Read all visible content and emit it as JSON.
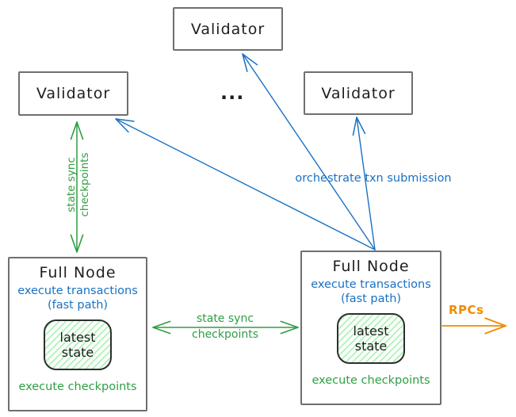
{
  "validators": {
    "top": "Validator",
    "left": "Validator",
    "right": "Validator"
  },
  "ellipsis": "...",
  "full_nodes": {
    "left": {
      "title": "Full Node",
      "execute_transactions": "execute transactions",
      "fast_path": "(fast path)",
      "state_line1": "latest",
      "state_line2": "state",
      "execute_checkpoints": "execute checkpoints"
    },
    "right": {
      "title": "Full Node",
      "execute_transactions": "execute transactions",
      "fast_path": "(fast path)",
      "state_line1": "latest",
      "state_line2": "state",
      "execute_checkpoints": "execute checkpoints"
    }
  },
  "edges": {
    "orchestrate": "orchestrate txn submission",
    "vertical_state_sync": {
      "line1": "state sync",
      "line2": "checkpoints"
    },
    "horizontal_state_sync": {
      "line1": "state sync",
      "line2": "checkpoints"
    },
    "rpcs": "RPCs"
  },
  "colors": {
    "blue": "#1971c2",
    "green": "#2f9e44",
    "orange": "#f08c00",
    "ink": "#1e1e1e",
    "box_border": "#6f6f6f",
    "hatch_fill": "#b2f2bb"
  }
}
